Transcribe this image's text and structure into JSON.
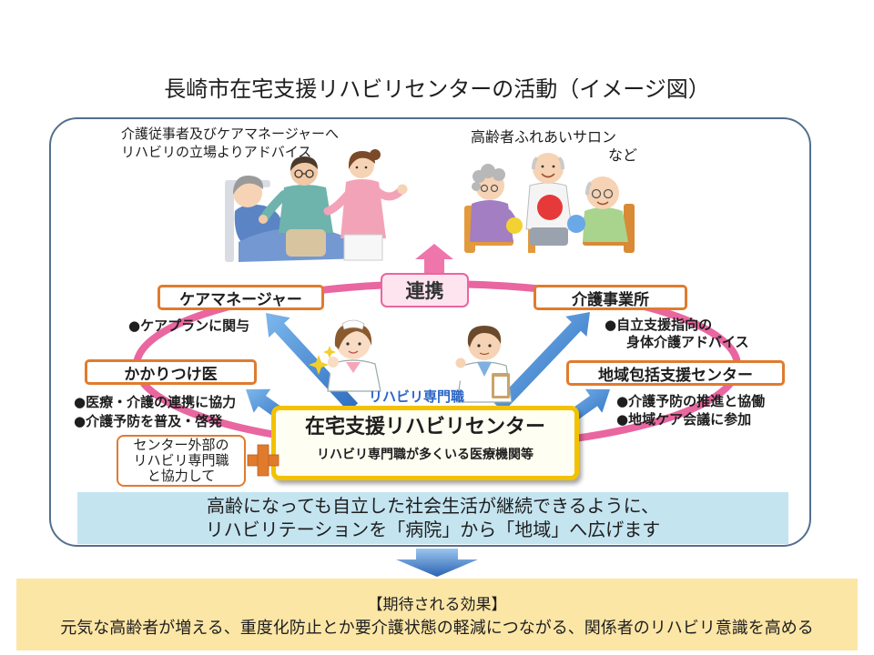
{
  "title": "長崎市在宅支援リハビリセンターの活動（イメージ図）",
  "care_advice": {
    "line1": "介護従事者及びケアマネージャーへ",
    "line2": "リハビリの立場よりアドバイス"
  },
  "salon": {
    "line1": "高齢者ふれあいサロン",
    "line2": "など"
  },
  "cooperation_label": "連携",
  "partners": {
    "care_manager": {
      "label": "ケアマネージャー",
      "notes": [
        "●ケアプランに関与"
      ]
    },
    "care_office": {
      "label": "介護事業所",
      "notes": [
        "●自立支援指向の",
        "身体介護アドバイス"
      ]
    },
    "family_doctor": {
      "label": "かかりつけ医",
      "notes": [
        "●医療・介護の連携に協力",
        "●介護予防を普及・啓発"
      ]
    },
    "community_center": {
      "label": "地域包括支援センター",
      "notes": [
        "●介護予防の推進と協働",
        "●地域ケア会議に参加"
      ]
    }
  },
  "rehab_staff_label": "リハビリ専門職",
  "center": {
    "title": "在宅支援リハビリセンター",
    "subtitle": "リハビリ専門職が多くいる医療機関等"
  },
  "external_staff": {
    "lines": [
      "センター外部の",
      "リハビリ専門職",
      "と協力して"
    ]
  },
  "mission": {
    "line1": "高齢になっても自立した社会生活が継続できるように、",
    "line2": "リハビリテーションを「病院」から「地域」へ広げます"
  },
  "effects": {
    "heading": "【期待される効果】",
    "text": "元気な高齢者が増える、重度化防止とか要介護状態の軽減につながる、関係者のリハビリ意識を高める"
  },
  "icons": {
    "up_arrow": "up-arrow-icon",
    "down_arrow": "down-arrow-icon",
    "direction_arrows": "blue-arrow-icon",
    "plus": "plus-icon",
    "sparkle": "sparkle-icon"
  },
  "colors": {
    "ring_pink": "#e966a0",
    "partner_border": "#e07b2e",
    "center_border": "#f2c200",
    "mission_band": "#c4e4f0",
    "effects_band": "#fce6a6",
    "staff_label_blue": "#2a64c8",
    "frame_border": "#546f8d"
  }
}
